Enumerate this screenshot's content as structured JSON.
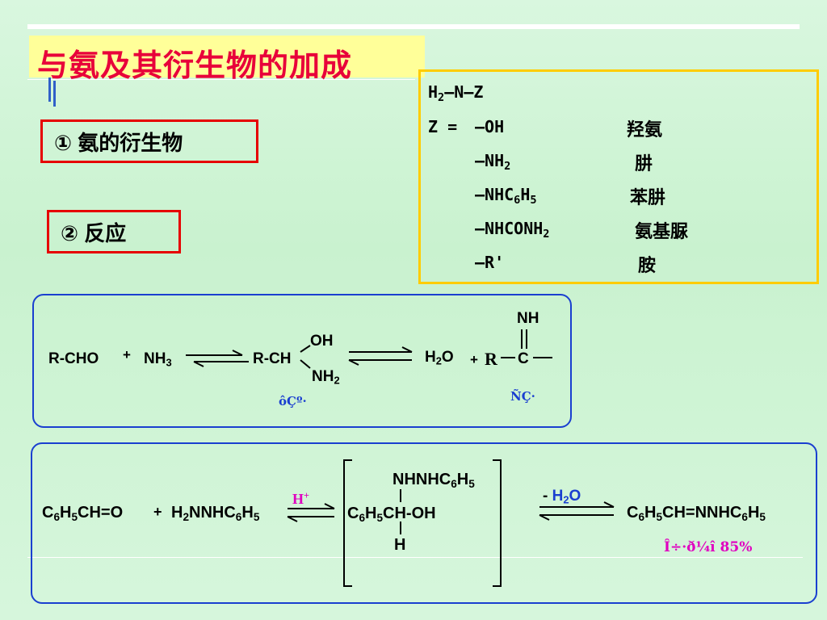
{
  "title": "与氨及其衍生物的加成",
  "items": {
    "item1": "① 氨的衍生物",
    "item2": "② 反应"
  },
  "panel": {
    "general": {
      "h": "H",
      "h_sub": "2",
      "rest": "—N—Z"
    },
    "z_label": "Z =",
    "rows": [
      {
        "group": "—OH",
        "group_sub": "",
        "group_tail": "",
        "group_sub2": "",
        "name": "羟氨"
      },
      {
        "group": "—NH",
        "group_sub": "2",
        "group_tail": "",
        "group_sub2": "",
        "name": "肼"
      },
      {
        "group": "—NHC",
        "group_sub": "6",
        "group_tail": "H",
        "group_sub2": "5",
        "name": "苯肼"
      },
      {
        "group": "—NHCONH",
        "group_sub": "2",
        "group_tail": "",
        "group_sub2": "",
        "name": "氨基脲"
      },
      {
        "group": "—R'",
        "group_sub": "",
        "group_tail": "",
        "group_sub2": "",
        "name": "胺"
      }
    ]
  },
  "reaction1": {
    "reactant": "R-CHO",
    "plus1": "+",
    "nh3": "NH",
    "nh3_sub": "3",
    "intermediate": "R-CH",
    "oh": "OH",
    "nh2": "NH",
    "nh2_sub": "2",
    "h2o": "H",
    "h2o_sub": "2",
    "h2o_tail": "O",
    "plus2": "+",
    "r": "R",
    "c": "C",
    "nh": "NH",
    "garble1": "ôÇº·",
    "garble2": "ÑÇ·"
  },
  "reaction2": {
    "reactant1": "C6H5CH=O",
    "plus": "+",
    "reactant2": "H2NNHC6H5",
    "catalyst": "H+",
    "inter_top": "NHNHC6H5",
    "inter_mid": "C6H5CH-OH",
    "inter_bot": "H",
    "minus_h2o": "- H2O",
    "product": "C6H5CH=NNHC6H5",
    "garble3": "Î÷·ð¼î 85%"
  },
  "colors": {
    "title": "#e8003a",
    "title_bg": "#ffff99",
    "red_box": "#e60000",
    "panel_border": "#ffcc00",
    "blue_box": "#1a3fd0",
    "magenta": "#e000c0"
  }
}
